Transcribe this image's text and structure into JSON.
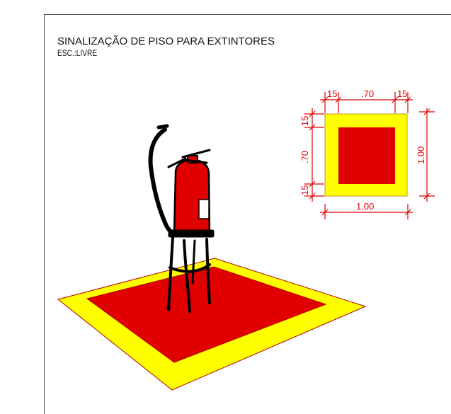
{
  "drawing": {
    "title": "SINALIZAÇÃO DE PISO PARA EXTINTORES",
    "scale": "ESC.:LIVRE"
  },
  "detail": {
    "top_left_width": "15",
    "top_center_width": ".70",
    "top_right_width": "15",
    "left_top_height": "15",
    "left_center_height": ".70",
    "left_bottom_height": "15",
    "bottom_total": "1.00",
    "right_total": "1.00"
  },
  "colors": {
    "outer_band": "#ffff00",
    "inner_square": "#e00000",
    "dimension_lines": "#e00000",
    "extinguisher_body": "#e00000",
    "outline": "#000000"
  },
  "icons": {
    "extinguisher": "fire-extinguisher-on-stand-icon"
  }
}
